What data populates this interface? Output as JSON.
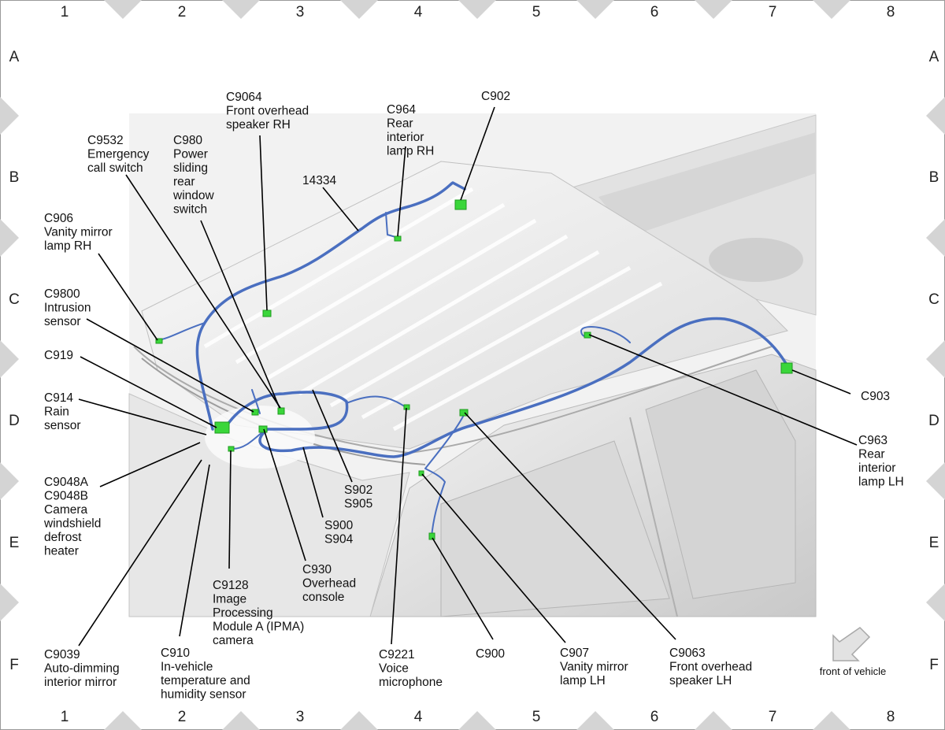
{
  "grid": {
    "columns": [
      "1",
      "2",
      "3",
      "4",
      "5",
      "6",
      "7",
      "8"
    ],
    "rows": [
      "A",
      "B",
      "C",
      "D",
      "E",
      "F"
    ]
  },
  "callouts": [
    {
      "id": "c9064",
      "lines": [
        "C9064",
        "Front overhead",
        "speaker RH"
      ]
    },
    {
      "id": "c964",
      "lines": [
        "C964",
        "Rear",
        "interior",
        "lamp RH"
      ]
    },
    {
      "id": "c902",
      "lines": [
        "C902"
      ]
    },
    {
      "id": "c9532",
      "lines": [
        "C9532",
        "Emergency",
        "call switch"
      ]
    },
    {
      "id": "c980",
      "lines": [
        "C980",
        "Power",
        "sliding",
        "rear",
        "window",
        "switch"
      ]
    },
    {
      "id": "w14334",
      "lines": [
        "14334"
      ]
    },
    {
      "id": "c906",
      "lines": [
        "C906",
        "Vanity mirror",
        "lamp RH"
      ]
    },
    {
      "id": "c9800",
      "lines": [
        "C9800",
        "Intrusion",
        "sensor"
      ]
    },
    {
      "id": "c919",
      "lines": [
        "C919"
      ]
    },
    {
      "id": "c914",
      "lines": [
        "C914",
        "Rain",
        "sensor"
      ]
    },
    {
      "id": "c903",
      "lines": [
        "C903"
      ]
    },
    {
      "id": "c963",
      "lines": [
        "C963",
        "Rear",
        "interior",
        "lamp LH"
      ]
    },
    {
      "id": "c9048",
      "lines": [
        "C9048A",
        "C9048B",
        "Camera",
        "windshield",
        "defrost",
        "heater"
      ]
    },
    {
      "id": "s902",
      "lines": [
        "S902",
        "S905"
      ]
    },
    {
      "id": "s900",
      "lines": [
        "S900",
        "S904"
      ]
    },
    {
      "id": "c930",
      "lines": [
        "C930",
        "Overhead",
        "console"
      ]
    },
    {
      "id": "c9128",
      "lines": [
        "C9128",
        "Image",
        "Processing",
        "Module A (IPMA)",
        "camera"
      ]
    },
    {
      "id": "c9039",
      "lines": [
        "C9039",
        "Auto-dimming",
        "interior mirror"
      ]
    },
    {
      "id": "c910",
      "lines": [
        "C910",
        "In-vehicle",
        "temperature and",
        "humidity sensor"
      ]
    },
    {
      "id": "c9221",
      "lines": [
        "C9221",
        "Voice",
        "microphone"
      ]
    },
    {
      "id": "c900",
      "lines": [
        "C900"
      ]
    },
    {
      "id": "c907",
      "lines": [
        "C907",
        "Vanity mirror",
        "lamp LH"
      ]
    },
    {
      "id": "c9063",
      "lines": [
        "C9063",
        "Front overhead",
        "speaker LH"
      ]
    }
  ],
  "orientation_note": "front of vehicle",
  "colors": {
    "harness": "#4a6fc0",
    "connector": "#3ad63a",
    "vehicle_fill": "#dedede",
    "roof_fill": "#ececec"
  }
}
